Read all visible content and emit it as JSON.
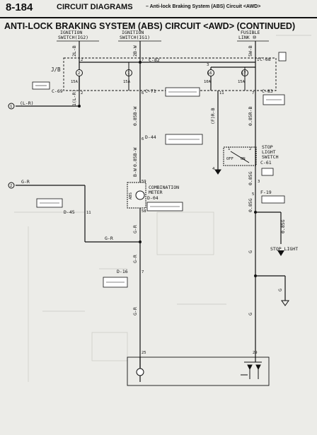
{
  "header": {
    "page_number": "8-184",
    "section": "CIRCUIT DIAGRAMS",
    "subtitle": "– Anti-lock Braking System (ABS) Circuit <AWD>"
  },
  "title": "ANTI-LOCK BRAKING SYSTEM (ABS) CIRCUIT <AWD> (CONTINUED)",
  "sources": {
    "ig2": [
      "IGNITION",
      "SWITCH(IG2)"
    ],
    "ig1": [
      "IGNITION",
      "SWITCH(IG1)"
    ],
    "fusible": [
      "FUSIBLE",
      "LINK ⑩"
    ]
  },
  "connectors": {
    "jb": "J/B",
    "c82": "C-82",
    "c68": "C-68",
    "c69": "C-69",
    "c71": "C-71",
    "c83": "C-83",
    "d44": "D-44",
    "c61": "C-61",
    "f19": "F-19",
    "d45": "D-45",
    "d16": "D-16",
    "d04": "D-04"
  },
  "fuses": [
    {
      "num": "2",
      "rating": "15A"
    },
    {
      "num": "1",
      "rating": "15A"
    },
    {
      "num": "16",
      "rating": "10A"
    },
    {
      "num": "17",
      "rating": "15A"
    }
  ],
  "pins": {
    "p2a": "2",
    "p7a": "7",
    "p1": "1",
    "p3": "3",
    "p2b": "2",
    "p6": "6",
    "p11": "11",
    "p7b": "7",
    "p6d": "6",
    "p59": "59",
    "p58": "58",
    "p7c": "7",
    "p25": "25",
    "p29": "29",
    "p2c": "2",
    "p3b": "3",
    "p1b": "1",
    "p4": "4",
    "p5": "5",
    "p11b": "11"
  },
  "wires": {
    "w2lb": "2L-B",
    "w2bw": "2B-W",
    "w5wb": "5W-B",
    "w1lr": "1(L-R)",
    "w085bw_a": "0.85B-W",
    "w085bw_b": "0.85B-W",
    "wbw": "B-W",
    "wfrb": "(F)R-B",
    "w085r": "0.85R-B",
    "w085g_a": "0.85G",
    "w085g_b": "0.85G",
    "w085g_c": "0.85G",
    "wgr_a": "G-R",
    "wgr_b": "G-R",
    "wgr_c": "G-R",
    "wgr_d": "G-R",
    "wgr_e": "G-R",
    "wg_a": "G",
    "wg_b": "G",
    "wlr": "(L-R)"
  },
  "labels": {
    "combination_meter": [
      "COMBINATION",
      "METER"
    ],
    "abs": "ABS",
    "stop_light_switch": [
      "STOP",
      "LIGHT",
      "SWITCH"
    ],
    "stop_light": "STOP LIGHT",
    "off": "OFF",
    "on": "ON"
  },
  "terminals": {
    "t1": "1",
    "t2": "2"
  }
}
